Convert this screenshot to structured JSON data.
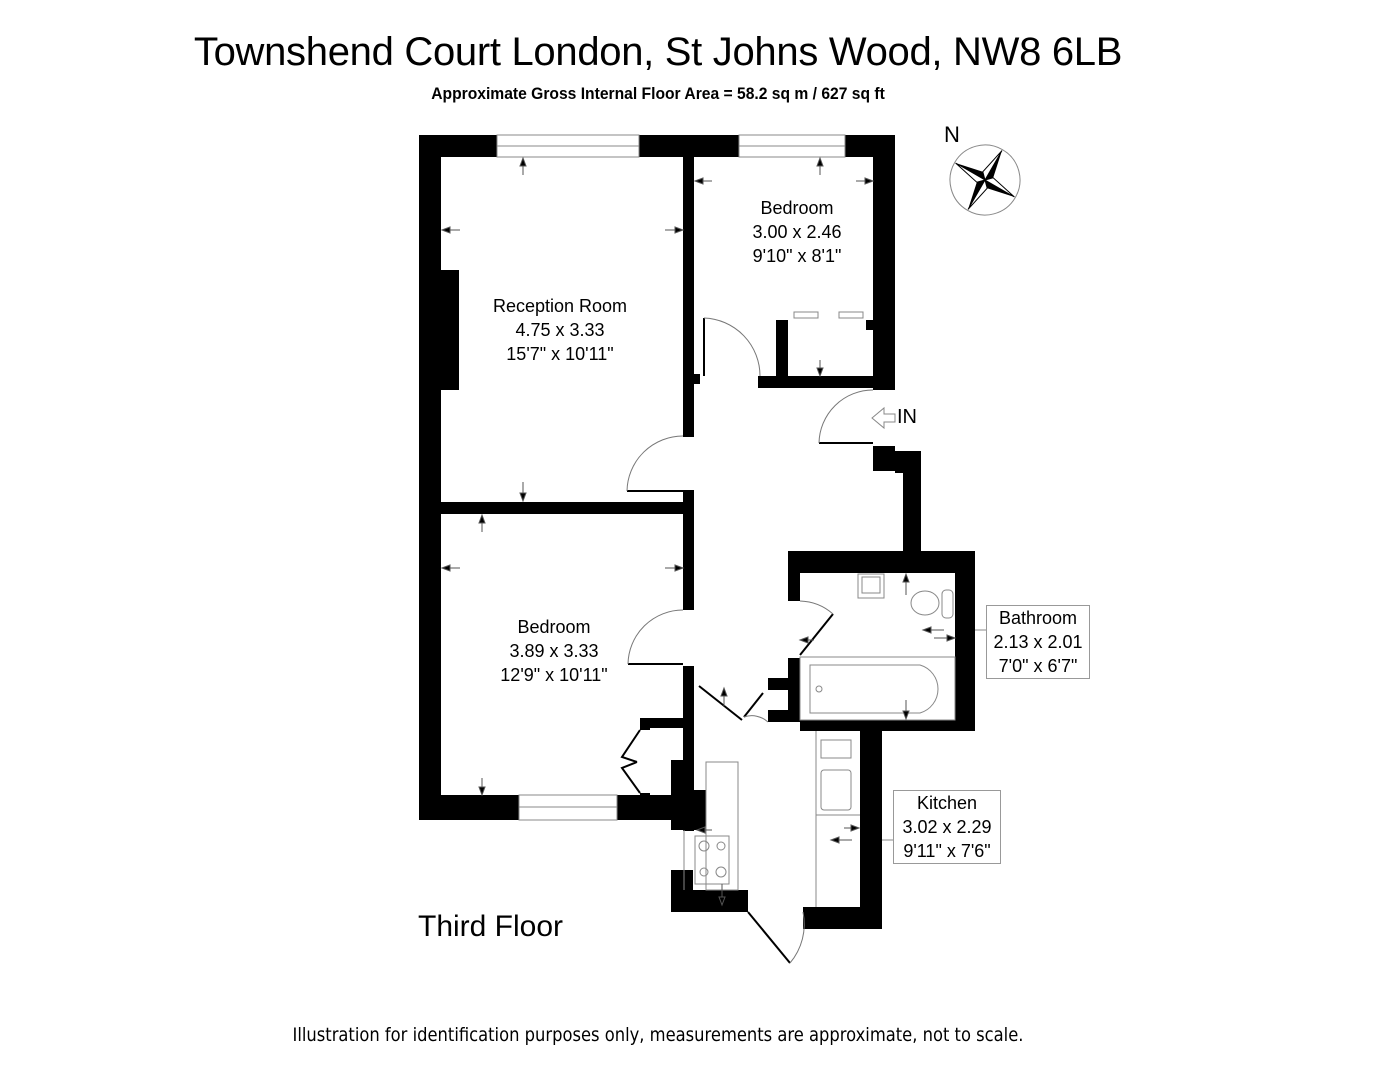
{
  "header": {
    "title": "Townshend Court London, St Johns Wood, NW8 6LB",
    "subtitle": "Approximate Gross Internal Floor Area = 58.2 sq m / 627 sq ft"
  },
  "compass": {
    "label": "N",
    "icon": "compass-rose-icon"
  },
  "entrance": {
    "label": "IN",
    "icon": "entrance-arrow-icon"
  },
  "floor": {
    "label": "Third Floor"
  },
  "rooms": [
    {
      "name": "Reception Room",
      "metric": "4.75 x 3.33",
      "imperial": "15'7\" x 10'11\""
    },
    {
      "name": "Bedroom",
      "metric": "3.00 x 2.46",
      "imperial": "9'10\" x 8'1\""
    },
    {
      "name": "Bedroom",
      "metric": "3.89 x 3.33",
      "imperial": "12'9\" x 10'11\""
    },
    {
      "name": "Bathroom",
      "metric": "2.13 x 2.01",
      "imperial": "7'0\" x 6'7\""
    },
    {
      "name": "Kitchen",
      "metric": "3.02 x 2.29",
      "imperial": "9'11\" x 7'6\""
    }
  ],
  "footer": {
    "disclaimer": "Illustration for identification purposes only, measurements are approximate, not to scale."
  },
  "colors": {
    "wall": "#000000",
    "fixture": "#888888",
    "background": "#ffffff"
  }
}
